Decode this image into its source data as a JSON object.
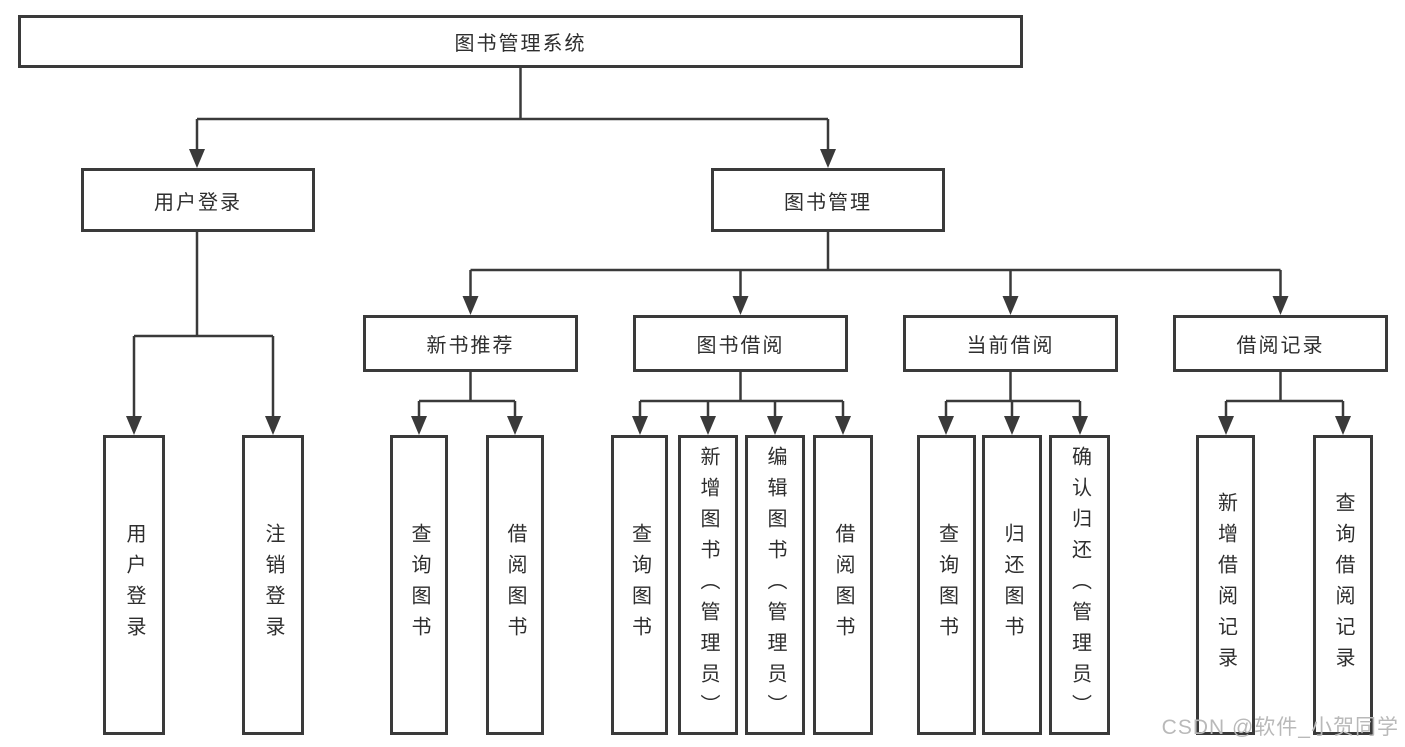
{
  "title": "图书管理系统",
  "watermark": "CSDN @软件_小贺同学",
  "colors": {
    "line": "#3a3a3a",
    "border": "#3a3a3a",
    "text": "#2e2e2e",
    "background": "#ffffff",
    "watermark": "#b9b9b9"
  },
  "diagram": {
    "type": "hierarchy-flowchart",
    "root": {
      "label": "图书管理系统"
    },
    "level2": [
      {
        "label": "用户登录",
        "parent": "图书管理系统"
      },
      {
        "label": "图书管理",
        "parent": "图书管理系统"
      }
    ],
    "level3": [
      {
        "label": "新书推荐",
        "parent": "图书管理"
      },
      {
        "label": "图书借阅",
        "parent": "图书管理"
      },
      {
        "label": "当前借阅",
        "parent": "图书管理"
      },
      {
        "label": "借阅记录",
        "parent": "图书管理"
      }
    ],
    "leaves": [
      {
        "label": "用户登录",
        "parent": "用户登录"
      },
      {
        "label": "注销登录",
        "parent": "用户登录"
      },
      {
        "label": "查询图书",
        "parent": "新书推荐"
      },
      {
        "label": "借阅图书",
        "parent": "新书推荐"
      },
      {
        "label": "查询图书",
        "parent": "图书借阅"
      },
      {
        "label": "新增图书（管理员）",
        "parent": "图书借阅"
      },
      {
        "label": "编辑图书（管理员）",
        "parent": "图书借阅"
      },
      {
        "label": "借阅图书",
        "parent": "图书借阅"
      },
      {
        "label": "查询图书",
        "parent": "当前借阅"
      },
      {
        "label": "归还图书",
        "parent": "当前借阅"
      },
      {
        "label": "确认归还（管理员）",
        "parent": "当前借阅"
      },
      {
        "label": "新增借阅记录",
        "parent": "借阅记录"
      },
      {
        "label": "查询借阅记录",
        "parent": "借阅记录"
      }
    ]
  }
}
